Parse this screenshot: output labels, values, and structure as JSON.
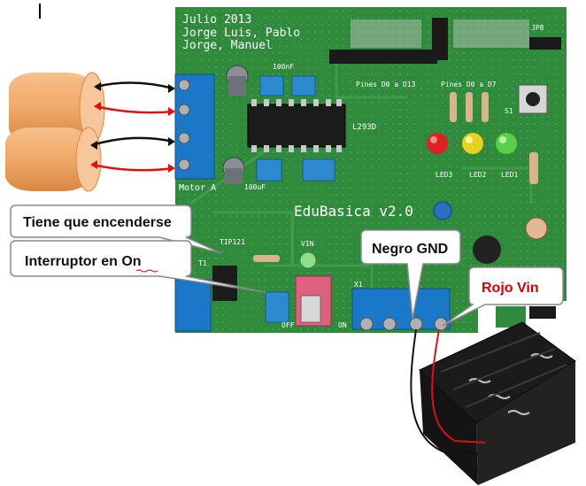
{
  "board": {
    "header_line1": "Julio 2013",
    "header_line2": "Jorge Luis, Pablo",
    "header_line3": "Jorge, Manuel",
    "title": "EduBasica v2.0",
    "chip_label": "L293D",
    "motor_label": "Motor A",
    "pins_label_1": "Pines D0 a D13",
    "pins_label_2": "Pines D0 a D7",
    "vin_label": "VIN",
    "off_label": "OFF",
    "on_label": "ON",
    "x1_label": "X1",
    "cap_100nf": "100nF",
    "cap_100u": "100uF",
    "jp8_label": "JP8",
    "s1_label": "S1",
    "led3_label": "LED3",
    "led2_label": "LED2",
    "led1_label": "LED1",
    "t1_label": "T1",
    "tip_label": "TIP121"
  },
  "callouts": {
    "encender": "Tiene que encenderse",
    "interruptor": "Interruptor en On",
    "gnd": "Negro GND",
    "vin": "Rojo Vin"
  },
  "colors": {
    "board_green": "#2f8a3c",
    "terminal_blue": "#1b78c8",
    "motor_orange": "#f0a868",
    "wire_red": "#e01010",
    "wire_black": "#111111",
    "callout_red_text": "#d40000"
  }
}
